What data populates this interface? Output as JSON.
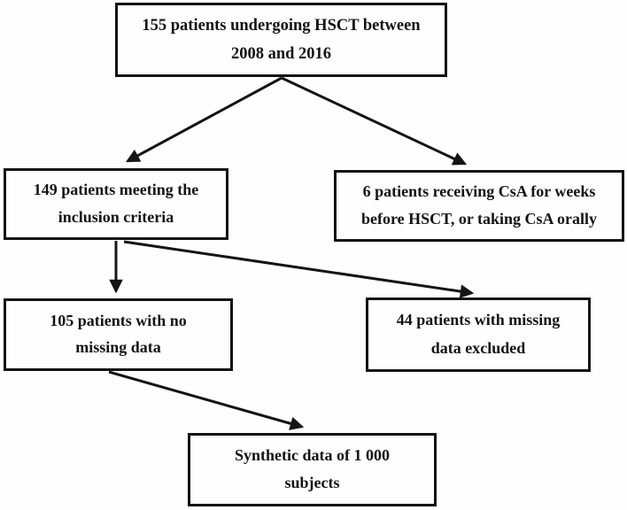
{
  "figure": {
    "type": "flowchart",
    "background_color": "#fefefe",
    "line_color": "#141414",
    "nodes": [
      {
        "id": "total",
        "lines": [
          "155 patients undergoing HSCT between",
          "2008 and 2016"
        ]
      },
      {
        "id": "inclusion",
        "lines": [
          "149 patients meeting the",
          "inclusion criteria"
        ]
      },
      {
        "id": "csa-excluded",
        "lines": [
          "6 patients receiving CsA for weeks",
          "before HSCT, or taking CsA orally"
        ]
      },
      {
        "id": "no-missing-data",
        "lines": [
          "105 patients with no",
          "missing data"
        ]
      },
      {
        "id": "missing-data-excluded",
        "lines": [
          "44 patients with missing",
          "data excluded"
        ]
      },
      {
        "id": "synthetic",
        "lines": [
          "Synthetic data of 1 000",
          "subjects"
        ]
      }
    ],
    "edges": [
      {
        "from": "total",
        "to": "inclusion"
      },
      {
        "from": "total",
        "to": "csa-excluded"
      },
      {
        "from": "inclusion",
        "to": "no-missing-data"
      },
      {
        "from": "inclusion",
        "to": "missing-data-excluded"
      },
      {
        "from": "no-missing-data",
        "to": "synthetic"
      }
    ]
  }
}
